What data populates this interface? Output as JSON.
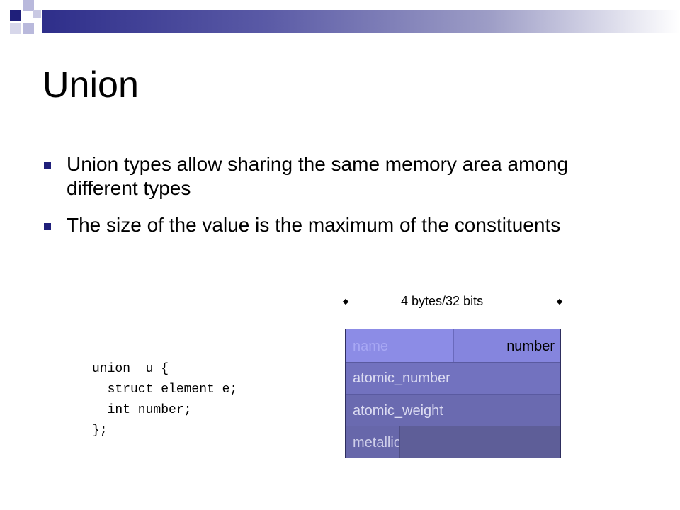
{
  "slide": {
    "title": "Union",
    "bullets": [
      "Union types allow sharing the same memory area among different types",
      "The size of the value is the maximum of the constituents"
    ]
  },
  "code": {
    "lines": [
      "union  u {",
      "  struct element e;",
      "  int number;",
      "};"
    ]
  },
  "diagram": {
    "size_label": "4 bytes/32 bits",
    "cells": {
      "name": "name",
      "number": "number",
      "atomic_number": "atomic_number",
      "atomic_weight": "atomic_weight",
      "metallic": "metallic"
    }
  },
  "colors": {
    "bullet": "#1f1f7a",
    "header_dark": "#1f1f7a",
    "memory_box": "#6f6fb0"
  }
}
